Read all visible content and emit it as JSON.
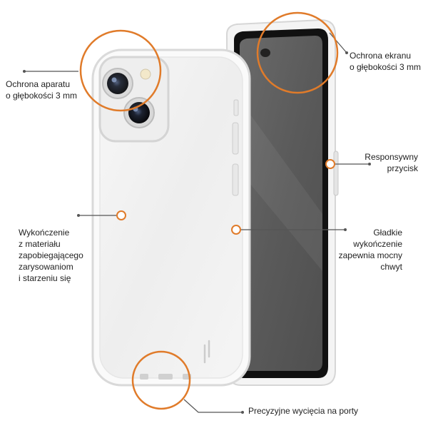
{
  "colors": {
    "accent": "#E07B2A",
    "leader_line": "#555555",
    "text": "#222222",
    "screen": "#5a5a5a",
    "case_frame": "#dcdcdc"
  },
  "callouts": {
    "camera_protection": "Ochrona aparatu\no głębokości 3 mm",
    "screen_protection": "Ochrona ekranu\no głębokości 3 mm",
    "responsive_button": "Responsywny\nprzycisk",
    "scratch_finish": "Wykończenie\nz materiału\nzapobiegającego\nzarysowaniom\ni starzeniu się",
    "smooth_grip": "Gładkie\nwykończenie\nzapewnia mocny\nchwyt",
    "port_cutouts": "Precyzyjne wycięcia na porty"
  },
  "icons": {
    "brand_logo": "brand-logo-icon",
    "camera_lens": "camera-lens-icon"
  }
}
